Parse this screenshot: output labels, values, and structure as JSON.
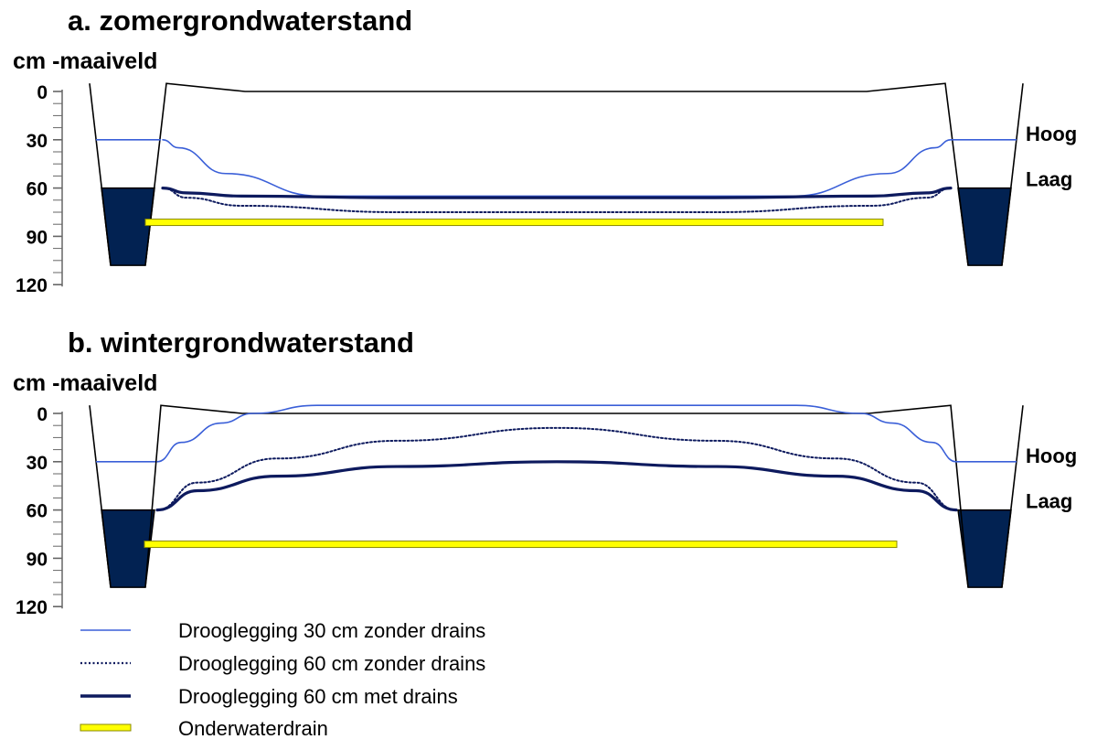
{
  "chart_data": [
    {
      "type": "line",
      "title": "a. zomergrondwaterstand",
      "ylabel": "cm -maaiveld",
      "y_ticks": [
        "0",
        "30",
        "60",
        "90",
        "120"
      ],
      "ylim": [
        0,
        120
      ],
      "y_inverted": true,
      "ditch_levels": {
        "hoog": 30,
        "laag": 60
      },
      "level_labels": [
        "Hoog",
        "Laag"
      ],
      "surface_profile": {
        "ditch_edge_depth": -5,
        "field_center_depth": 0
      },
      "drain_depth": 81,
      "series": [
        {
          "key": "d30",
          "x": [
            0,
            0.02,
            0.08,
            0.2,
            0.5,
            0.8,
            0.92,
            0.98,
            1
          ],
          "y": [
            30,
            35,
            51,
            65,
            65,
            65,
            51,
            35,
            30
          ]
        },
        {
          "key": "d60",
          "x": [
            0,
            0.03,
            0.1,
            0.3,
            0.5,
            0.7,
            0.9,
            0.97,
            1
          ],
          "y": [
            60,
            66,
            71,
            75,
            75,
            75,
            71,
            66,
            60
          ]
        },
        {
          "key": "d60m",
          "x": [
            0,
            0.03,
            0.1,
            0.3,
            0.5,
            0.7,
            0.9,
            0.97,
            1
          ],
          "y": [
            60,
            63,
            65,
            66,
            66,
            66,
            65,
            63,
            60
          ]
        }
      ]
    },
    {
      "type": "line",
      "title": "b. wintergrondwaterstand",
      "ylabel": "cm -maaiveld",
      "y_ticks": [
        "0",
        "30",
        "60",
        "90",
        "120"
      ],
      "ylim": [
        0,
        120
      ],
      "y_inverted": true,
      "ditch_levels": {
        "hoog": 30,
        "laag": 60
      },
      "level_labels": [
        "Hoog",
        "Laag"
      ],
      "surface_profile": {
        "ditch_edge_depth": -5,
        "field_center_depth": 0
      },
      "drain_depth": 81,
      "series": [
        {
          "key": "d30",
          "x": [
            0,
            0.03,
            0.08,
            0.12,
            0.2,
            0.5,
            0.8,
            0.88,
            0.92,
            0.97,
            1
          ],
          "y": [
            30,
            18,
            6,
            0,
            -5,
            -5,
            -5,
            0,
            6,
            18,
            30
          ]
        },
        {
          "key": "d60",
          "x": [
            0,
            0.05,
            0.15,
            0.3,
            0.5,
            0.7,
            0.85,
            0.95,
            1
          ],
          "y": [
            60,
            43,
            28,
            17,
            9,
            17,
            28,
            43,
            60
          ]
        },
        {
          "key": "d60m",
          "x": [
            0,
            0.05,
            0.15,
            0.3,
            0.5,
            0.7,
            0.85,
            0.95,
            1
          ],
          "y": [
            60,
            48,
            39,
            33,
            30,
            33,
            39,
            48,
            60
          ]
        }
      ]
    }
  ],
  "legend": [
    {
      "label": "Drooglegging 30 cm zonder drains",
      "style": "thin",
      "color": "#3a5fd8"
    },
    {
      "label": "Drooglegging 60 cm zonder drains",
      "style": "dotted",
      "color": "#0d1a5e"
    },
    {
      "label": "Drooglegging 60 cm met drains",
      "style": "thick",
      "color": "#0d1a5e"
    },
    {
      "label": "Onderwaterdrain",
      "style": "drain",
      "color": "#ffff00"
    }
  ],
  "colors": {
    "water": "#022252",
    "drain_fill": "#ffff00",
    "drain_stroke": "#8a8a00",
    "d30": "#3a5fd8",
    "d60": "#0d1a5e",
    "d60m": "#0d1a5e",
    "outline": "#000000"
  }
}
